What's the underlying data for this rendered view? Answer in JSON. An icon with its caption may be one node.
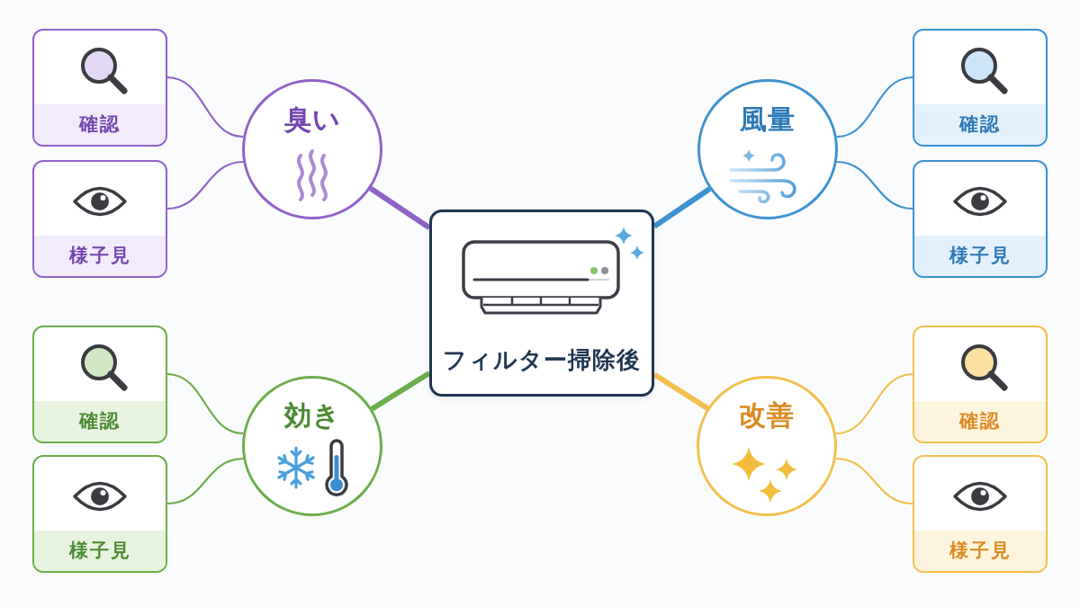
{
  "diagram": {
    "nodes": [
      {
        "text": [
          "フィルター掃除後"
        ]
      },
      {
        "text": [
          "臭い"
        ]
      },
      {
        "text": [
          "確認"
        ]
      },
      {
        "text": [
          "様子見"
        ]
      },
      {
        "text": [
          "風量"
        ]
      },
      {
        "text": [
          "確認"
        ]
      },
      {
        "text": [
          "様子見"
        ]
      },
      {
        "text": [
          "効き"
        ]
      },
      {
        "text": [
          "確認"
        ]
      },
      {
        "text": [
          "様子見"
        ]
      },
      {
        "text": [
          "改善"
        ]
      },
      {
        "text": [
          "確認"
        ]
      },
      {
        "text": [
          "様子見"
        ]
      }
    ],
    "edges": [
      {
        "from": 0,
        "to": 1,
        "arrow": "none",
        "style": "thick",
        "color": "#8f62c8"
      },
      {
        "from": 1,
        "to": 2,
        "arrow": "none",
        "color": "#8f62c8"
      },
      {
        "from": 1,
        "to": 3,
        "arrow": "none",
        "color": "#8f62c8"
      },
      {
        "from": 0,
        "to": 4,
        "arrow": "none",
        "style": "thick",
        "color": "#3d92cf"
      },
      {
        "from": 4,
        "to": 5,
        "arrow": "none",
        "color": "#3d92cf"
      },
      {
        "from": 4,
        "to": 6,
        "arrow": "none",
        "color": "#3d92cf"
      },
      {
        "from": 0,
        "to": 7,
        "arrow": "none",
        "style": "thick",
        "color": "#6cad4b"
      },
      {
        "from": 7,
        "to": 8,
        "arrow": "none",
        "color": "#6cad4b"
      },
      {
        "from": 7,
        "to": 9,
        "arrow": "none",
        "color": "#6cad4b"
      },
      {
        "from": 0,
        "to": 10,
        "arrow": "none",
        "style": "thick",
        "color": "#f2bf4d"
      },
      {
        "from": 10,
        "to": 11,
        "arrow": "none",
        "color": "#f2bf4d"
      },
      {
        "from": 10,
        "to": 12,
        "arrow": "none",
        "color": "#f2bf4d"
      }
    ]
  }
}
